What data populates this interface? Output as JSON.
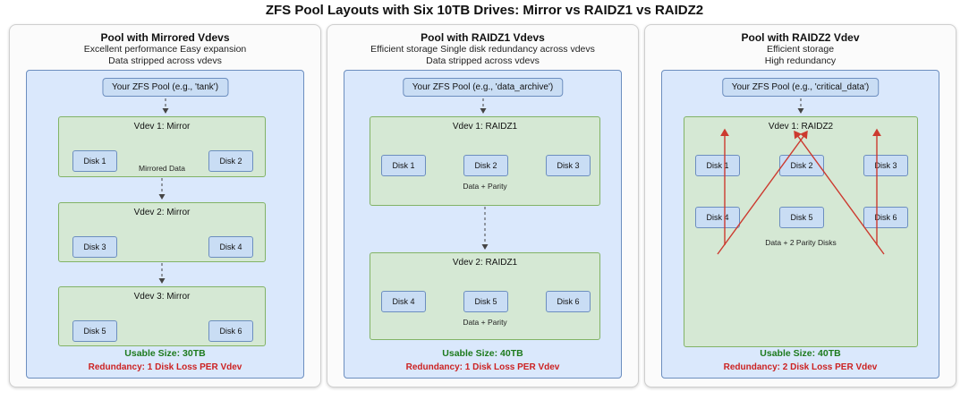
{
  "title": "ZFS Pool Layouts with Six 10TB Drives: Mirror vs RAIDZ1 vs RAIDZ2",
  "colors": {
    "pool_fill": "#dae8fc",
    "pool_border": "#6c8ebf",
    "vdev_fill": "#d5e8d4",
    "vdev_border": "#82b366",
    "disk_fill": "#c9ddf4",
    "disk_border": "#6c8ebf",
    "usable_text_color": "#1d7a1d",
    "redundancy_text_color": "#cc2222",
    "mirror_arrow_color": "#3465a4",
    "failure_arrow_color": "#cc3a2f"
  },
  "panels": [
    {
      "header": "Pool with Mirrored Vdevs",
      "subtitle1": "Excellent performance Easy expansion",
      "subtitle2": "Data stripped across vdevs",
      "pool_label": "Your ZFS Pool (e.g., 'tank')",
      "vdevs": [
        {
          "label": "Vdev 1: Mirror",
          "disks": [
            "Disk 1",
            "Disk 2"
          ],
          "note": "Mirrored Data"
        },
        {
          "label": "Vdev 2: Mirror",
          "disks": [
            "Disk 3",
            "Disk 4"
          ]
        },
        {
          "label": "Vdev 3: Mirror",
          "disks": [
            "Disk 5",
            "Disk 6"
          ]
        }
      ],
      "usable": "Usable Size: 30TB",
      "redundancy": "Redundancy: 1 Disk Loss PER Vdev"
    },
    {
      "header": "Pool with RAIDZ1 Vdevs",
      "subtitle1": "Efficient storage Single disk redundancy across vdevs",
      "subtitle2": "Data stripped across vdevs",
      "pool_label": "Your ZFS Pool (e.g., 'data_archive')",
      "vdevs": [
        {
          "label": "Vdev 1: RAIDZ1",
          "disks": [
            "Disk 1",
            "Disk 2",
            "Disk 3"
          ],
          "note": "Data + Parity"
        },
        {
          "label": "Vdev 2: RAIDZ1",
          "disks": [
            "Disk 4",
            "Disk 5",
            "Disk 6"
          ],
          "note": "Data + Parity"
        }
      ],
      "usable": "Usable Size: 40TB",
      "redundancy": "Redundancy: 1 Disk Loss PER Vdev"
    },
    {
      "header": "Pool with RAIDZ2 Vdev",
      "subtitle1": "Efficient storage",
      "subtitle2": "High redundancy",
      "pool_label": "Your ZFS Pool (e.g., 'critical_data')",
      "vdevs": [
        {
          "label": "Vdev 1: RAIDZ2",
          "disks": [
            "Disk 1",
            "Disk 2",
            "Disk 3",
            "Disk 4",
            "Disk 5",
            "Disk 6"
          ],
          "note": "Data + 2 Parity Disks"
        }
      ],
      "usable": "Usable Size: 40TB",
      "redundancy": "Redundancy: 2 Disk Loss PER Vdev"
    }
  ]
}
